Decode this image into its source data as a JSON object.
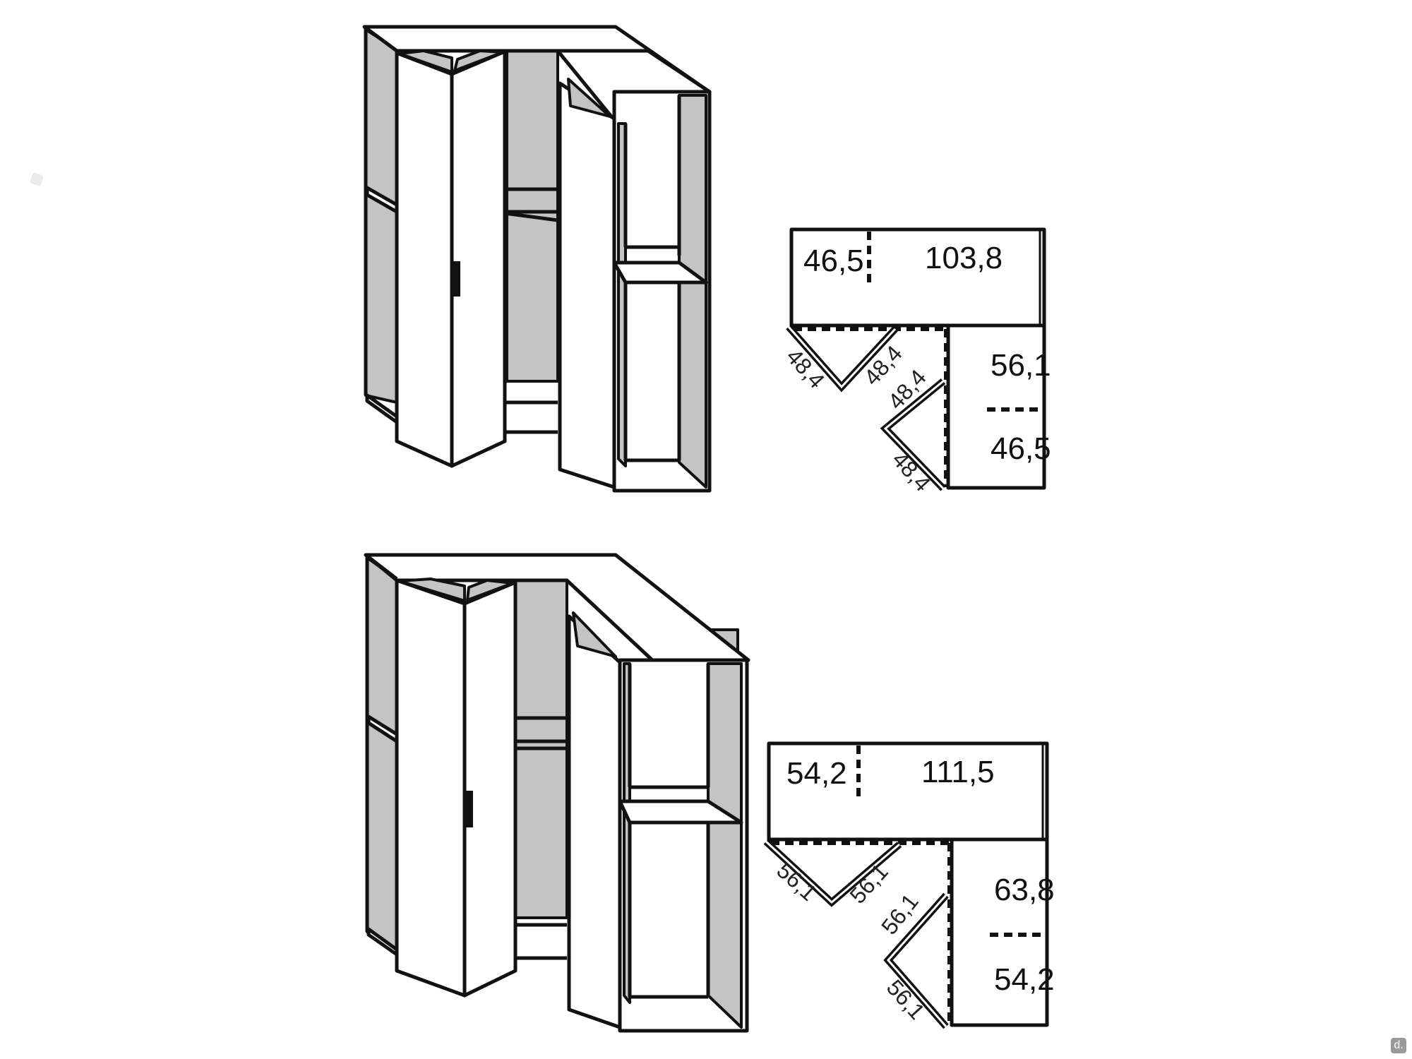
{
  "figures": [
    {
      "id": "top",
      "plan_labels": {
        "left_depth": "46,5",
        "top_width": "103,8",
        "right_upper": "56,1",
        "right_lower": "46,5",
        "door_1": "48,4",
        "door_2": "48,4",
        "door_3": "48,4",
        "door_4": "48,4"
      }
    },
    {
      "id": "bottom",
      "plan_labels": {
        "left_depth": "54,2",
        "top_width": "111,5",
        "right_upper": "63,8",
        "right_lower": "54,2",
        "door_1": "56,1",
        "door_2": "56,1",
        "door_3": "56,1",
        "door_4": "56,1"
      }
    }
  ],
  "watermark": {
    "glyph": "d."
  },
  "colors": {
    "line": "#111111",
    "interior": "#c4c4c4",
    "panel": "#ffffff"
  }
}
